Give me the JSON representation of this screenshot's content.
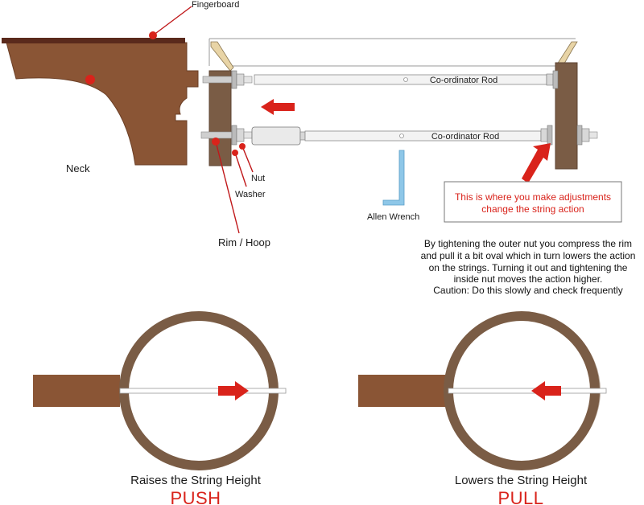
{
  "labels": {
    "fingerboard": "Fingerboard",
    "neck": "Neck",
    "nut": "Nut",
    "washer": "Washer",
    "rim_hoop": "Rim / Hoop",
    "allen_wrench": "Allen Wrench",
    "rod_upper": "Co-ordinator Rod",
    "rod_lower": "Co-ordinator Rod"
  },
  "callout": {
    "line1": "This is where you make adjustments",
    "line2": "change the string action"
  },
  "explanation": [
    "By tightening the outer nut you compress the rim",
    "and pull it a bit oval which in turn lowers the action",
    "on the strings. Turning it out and tightening the",
    "inside nut moves the action higher.",
    "Caution: Do this slowly and check frequently"
  ],
  "push": {
    "caption": "Raises the String Height",
    "title": "PUSH"
  },
  "pull": {
    "caption": "Lowers the String Height",
    "title": "PULL"
  },
  "colors": {
    "wood": "#8a5535",
    "rim": "#7a5c45",
    "red": "#d9231b",
    "fingerboard": "#5a2a1c",
    "wrench": "#8ec7e8"
  }
}
